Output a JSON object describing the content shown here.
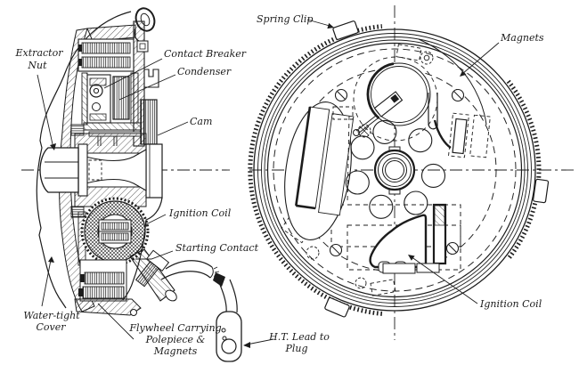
{
  "fig": {
    "ink": "#1c1c1c",
    "paper": "#ffffff",
    "left_view_labels": {
      "extractor_nut_1": "Extractor",
      "extractor_nut_2": "Nut",
      "contact_breaker": "Contact Breaker",
      "condenser": "Condenser",
      "cam": "Cam",
      "ignition_coil": "Ignition Coil",
      "starting_contact": "Starting Contact",
      "water_tight_1": "Water-tight",
      "water_tight_2": "Cover",
      "flywheel_1": "Flywheel Carrying",
      "flywheel_2": "Polepiece &",
      "flywheel_3": "Magnets",
      "ht_lead_1": "H.T. Lead to",
      "ht_lead_2": "Plug"
    },
    "right_view_labels": {
      "spring_clip": "Spring Clip",
      "magnets": "Magnets",
      "ignition_coil": "Ignition Coil"
    }
  }
}
